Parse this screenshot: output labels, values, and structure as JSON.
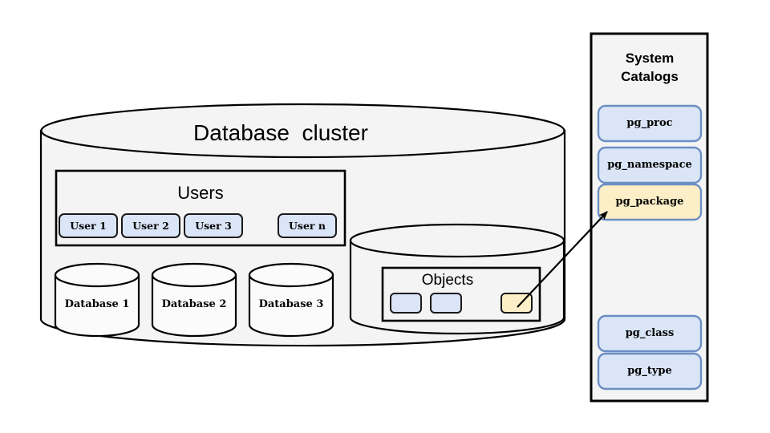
{
  "diagram": {
    "background_color": "#ffffff",
    "shape_fill": "#f4f4f4",
    "stroke_color": "#000000",
    "blue_fill": "#dae5f7",
    "blue_stroke": "#6b8fc4",
    "yellow_fill": "#fcefc7",
    "dark_stroke": "#1a1a1a"
  },
  "cluster": {
    "title": "Database  cluster",
    "users": {
      "title": "Users",
      "items": [
        {
          "label": "User 1"
        },
        {
          "label": "User 2"
        },
        {
          "label": "User 3"
        },
        {
          "label": "User n"
        }
      ]
    },
    "databases": [
      {
        "label": "Database 1"
      },
      {
        "label": "Database 2"
      },
      {
        "label": "Database 3"
      }
    ],
    "objects": {
      "title": "Objects",
      "items": [
        {
          "label": "",
          "color": "blue"
        },
        {
          "label": "",
          "color": "blue"
        },
        {
          "label": "",
          "color": "yellow"
        }
      ]
    }
  },
  "system_catalogs": {
    "title": "System\nCatalogs",
    "items": [
      {
        "label": "pg_proc",
        "color": "blue"
      },
      {
        "label": "pg_namespace",
        "color": "blue"
      },
      {
        "label": "pg_package",
        "color": "yellow"
      },
      {
        "label": "pg_class",
        "color": "blue"
      },
      {
        "label": "pg_type",
        "color": "blue"
      }
    ]
  },
  "connector": {
    "name": "object-to-pg-package-arrow",
    "from": "objects.item.3",
    "to": "system_catalogs.item.pg_package"
  }
}
